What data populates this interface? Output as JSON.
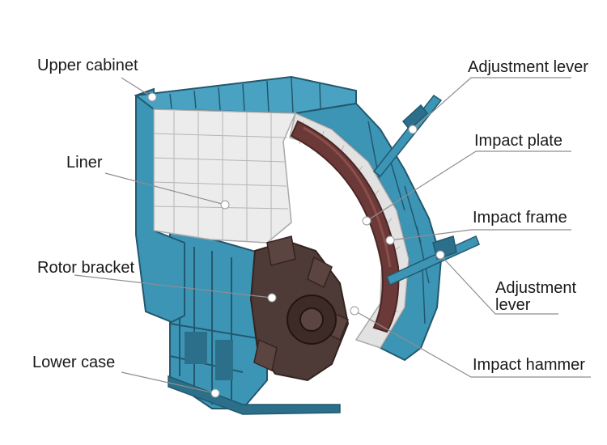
{
  "colors": {
    "casing": "#3d95b6",
    "casing_dark": "#2b6f8a",
    "casing_shadow": "#22586e",
    "liner": "#ececec",
    "liner_line": "#a9a9a9",
    "impact_plate": "#6b3a38",
    "impact_plate_dark": "#4a2624",
    "rotor": "#4e3a36",
    "rotor_dark": "#33241f",
    "leader_line": "#8e8e8e",
    "marker": "#ffffff"
  },
  "labels": {
    "upper_cabinet": "Upper cabinet",
    "liner": "Liner",
    "rotor_bracket": "Rotor bracket",
    "lower_case": "Lower case",
    "adjustment_lever_top": "Adjustment lever",
    "impact_plate": "Impact plate",
    "impact_frame": "Impact frame",
    "adjustment_lever_bottom_line1": "Adjustment",
    "adjustment_lever_bottom_line2": "lever",
    "impact_hammer": "Impact hammer"
  },
  "icons": {
    "marker": "white-dot-marker"
  }
}
